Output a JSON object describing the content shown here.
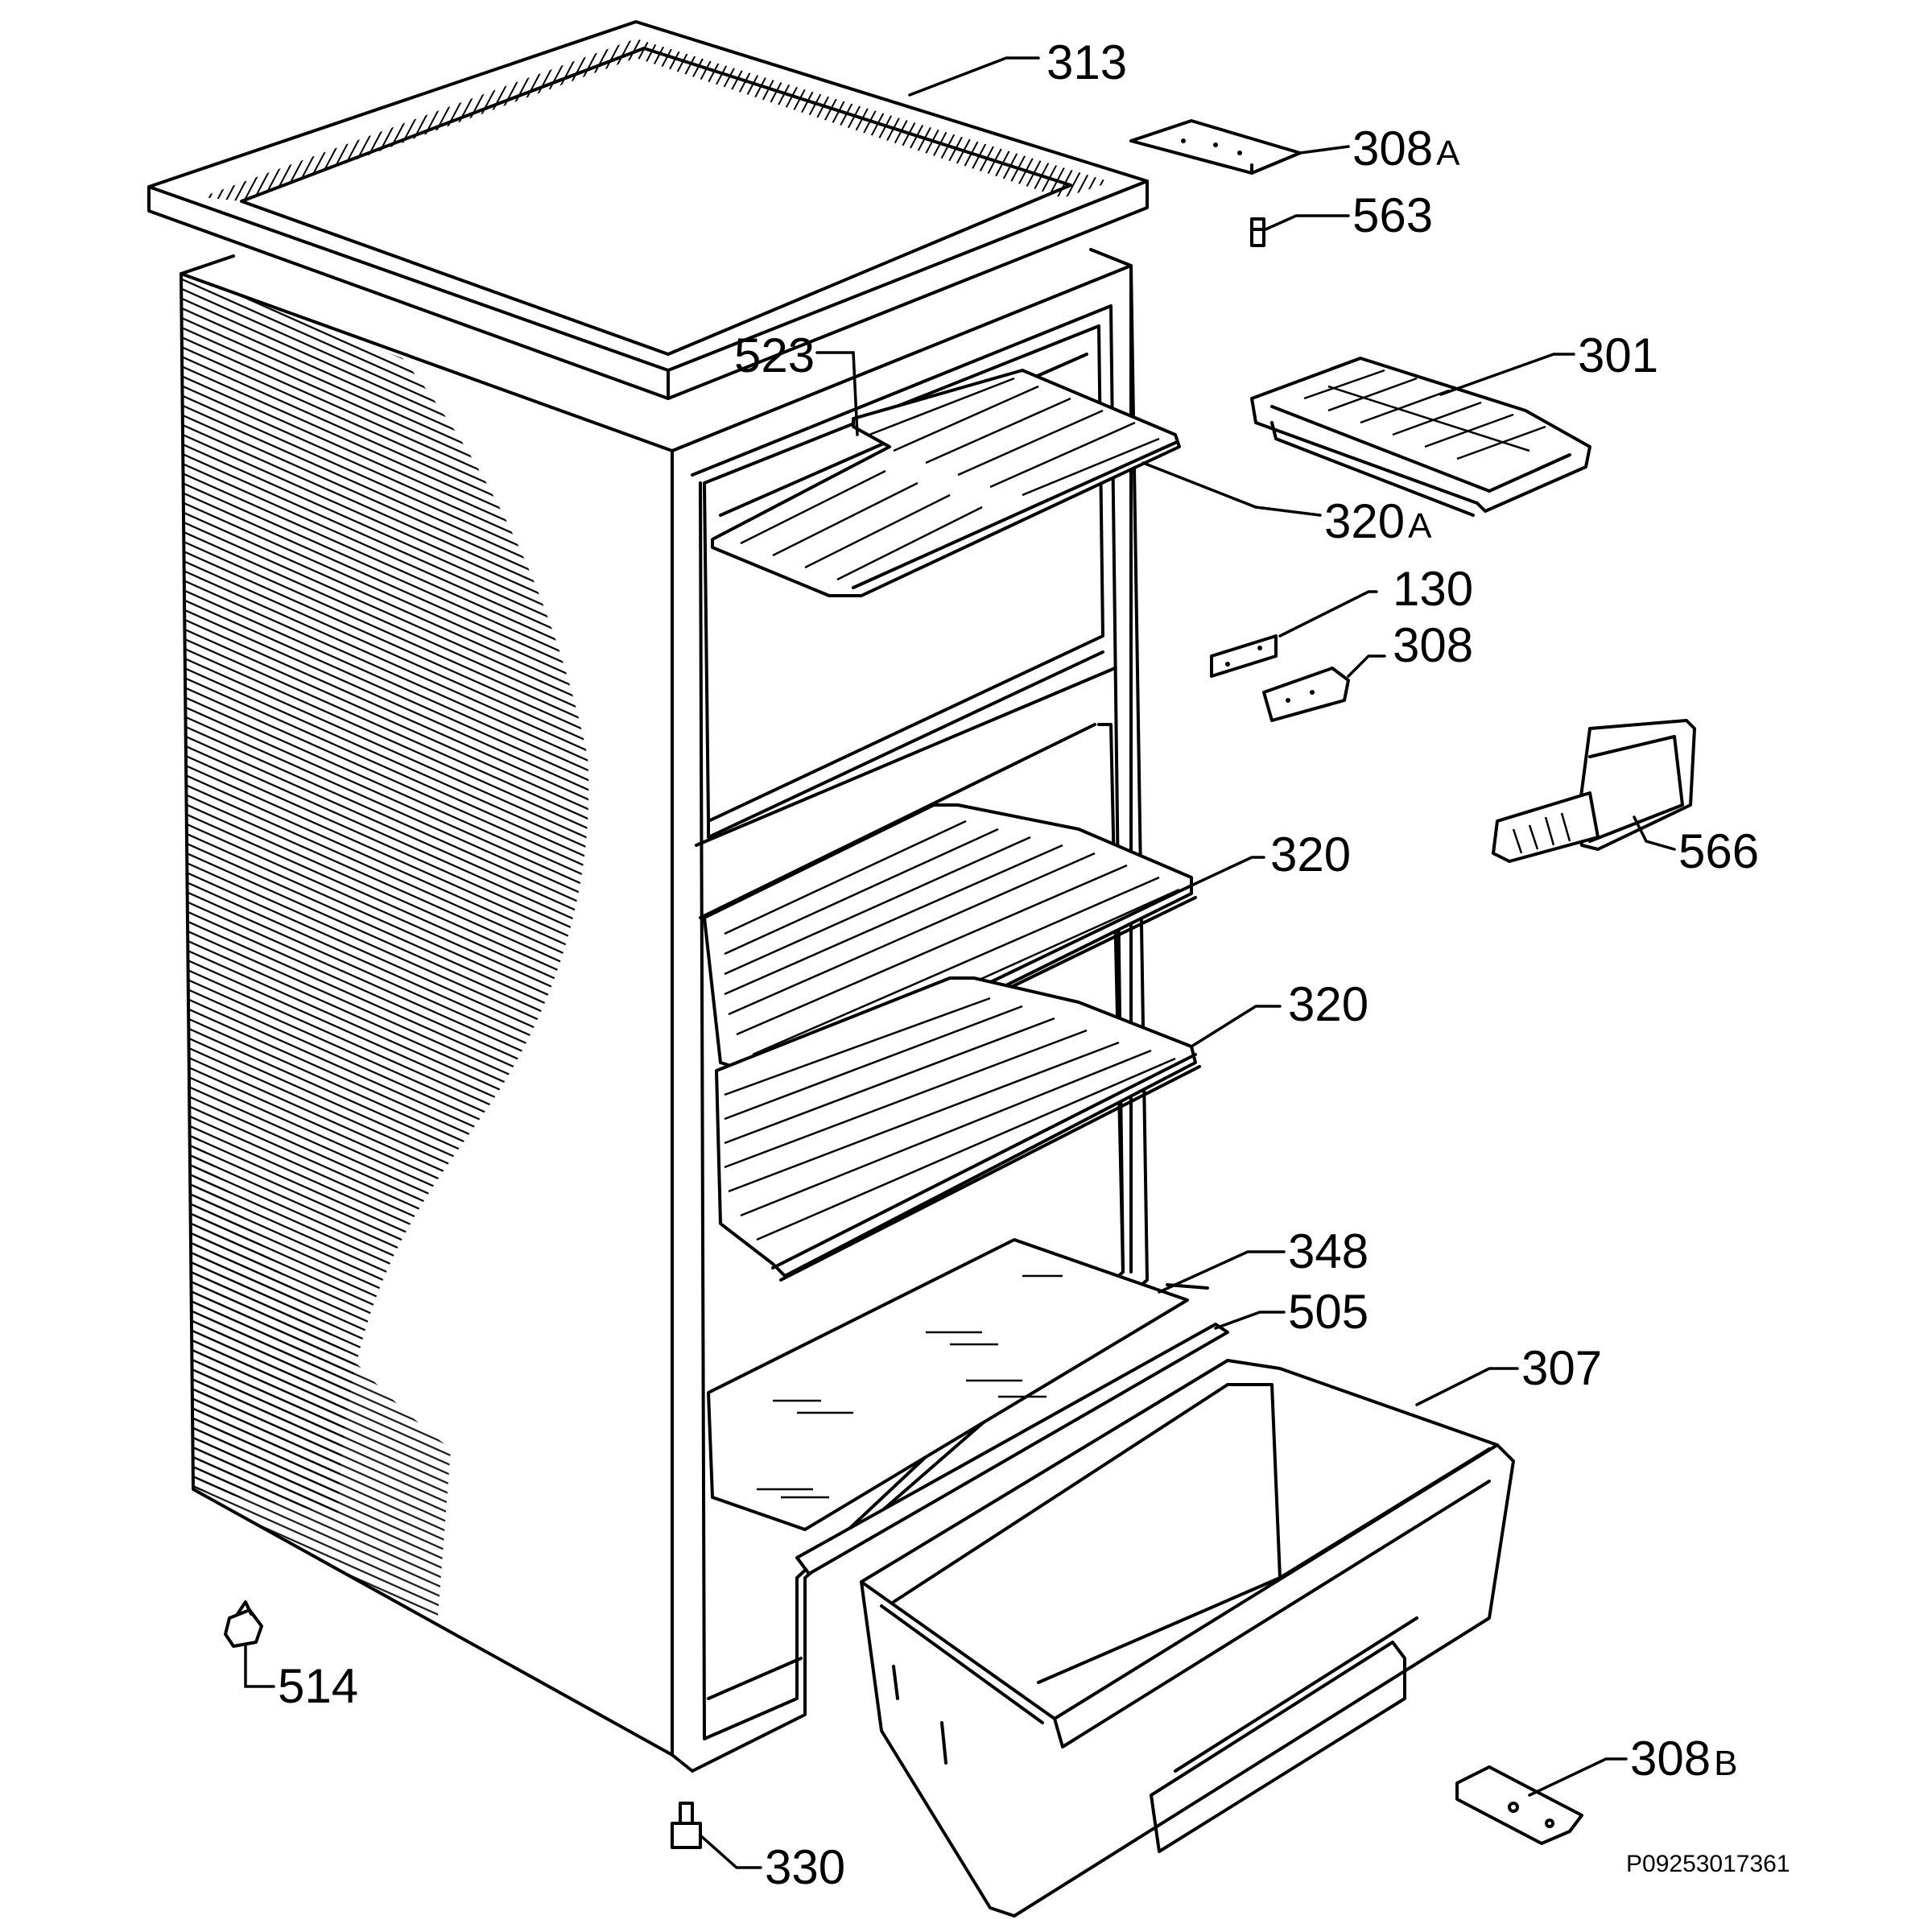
{
  "diagram": {
    "reference_code": "P09253017361",
    "parts": [
      {
        "number": "313",
        "suffix": ""
      },
      {
        "number": "308",
        "suffix": "A"
      },
      {
        "number": "563",
        "suffix": ""
      },
      {
        "number": "301",
        "suffix": ""
      },
      {
        "number": "523",
        "suffix": ""
      },
      {
        "number": "320",
        "suffix": "A"
      },
      {
        "number": "130",
        "suffix": ""
      },
      {
        "number": "308",
        "suffix": ""
      },
      {
        "number": "566",
        "suffix": ""
      },
      {
        "number": "320",
        "suffix": ""
      },
      {
        "number": "320",
        "suffix": ""
      },
      {
        "number": "348",
        "suffix": ""
      },
      {
        "number": "505",
        "suffix": ""
      },
      {
        "number": "307",
        "suffix": ""
      },
      {
        "number": "514",
        "suffix": ""
      },
      {
        "number": "308",
        "suffix": "B"
      },
      {
        "number": "330",
        "suffix": ""
      }
    ]
  }
}
